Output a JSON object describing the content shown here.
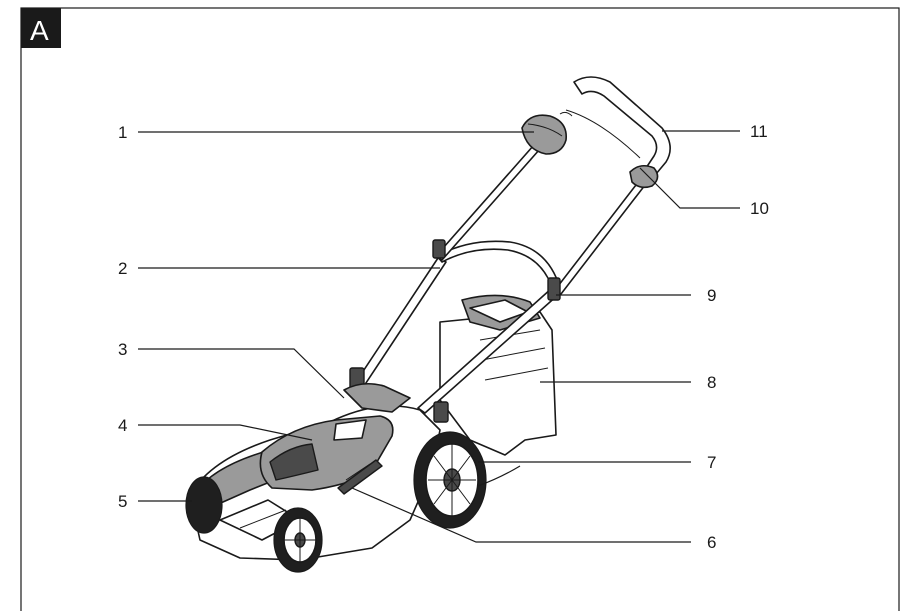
{
  "figure": {
    "badge": "A",
    "callouts": [
      {
        "id": "c1",
        "label": "1"
      },
      {
        "id": "c2",
        "label": "2"
      },
      {
        "id": "c3",
        "label": "3"
      },
      {
        "id": "c4",
        "label": "4"
      },
      {
        "id": "c5",
        "label": "5"
      },
      {
        "id": "c6",
        "label": "6"
      },
      {
        "id": "c7",
        "label": "7"
      },
      {
        "id": "c8",
        "label": "8"
      },
      {
        "id": "c9",
        "label": "9"
      },
      {
        "id": "c10",
        "label": "10"
      },
      {
        "id": "c11",
        "label": "11"
      }
    ]
  }
}
